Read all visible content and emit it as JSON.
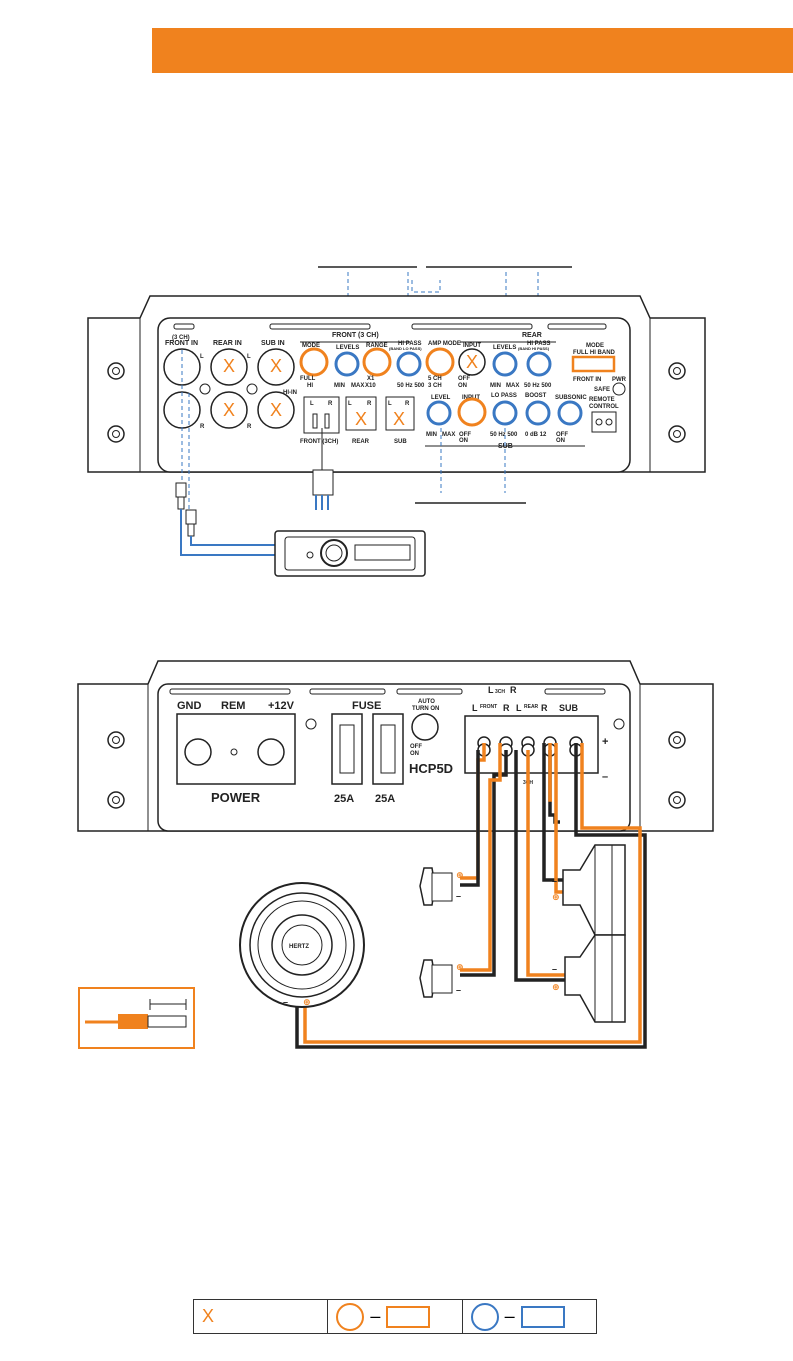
{
  "amp1": {
    "inputs": {
      "ch3": "(3 CH)",
      "front_in": "FRONT IN",
      "rear_in": "REAR IN",
      "sub_in": "SUB IN",
      "l": "L",
      "r": "R",
      "hi_in": "HI-IN",
      "front_3ch": "FRONT (3CH)",
      "rear": "REAR",
      "sub": "SUB"
    },
    "front": {
      "title": "FRONT (3 CH)",
      "mode": "MODE",
      "levels": "LEVELS",
      "range": "RANGE",
      "hi_pass": "HI PASS",
      "band_lo": "(BAND LO PASS)",
      "amp_mode": "AMP MODE",
      "full": "FULL",
      "hi": "HI",
      "min": "MIN",
      "max": "MAX",
      "x1": "X1",
      "x10": "X10",
      "hz": "50  Hz  500",
      "ch5": "5 CH",
      "ch3b": "3 CH"
    },
    "rear": {
      "title": "REAR",
      "input": "INPUT",
      "levels": "LEVELS",
      "hi_pass": "HI PASS",
      "band_hi": "(BAND HI PASS)",
      "off": "OFF",
      "on": "ON",
      "min": "MIN",
      "max": "MAX",
      "hz": "50  Hz  500"
    },
    "mode": {
      "title": "MODE",
      "options": "FULL  HI  BAND",
      "front_in": "FRONT IN",
      "pwr": "PWR",
      "safe": "SAFE",
      "remote": "REMOTE",
      "control": "CONTROL"
    },
    "sub": {
      "title": "SUB",
      "level": "LEVEL",
      "input": "INPUT",
      "lo_pass": "LO PASS",
      "boost": "BOOST",
      "subsonic": "SUBSONIC",
      "min": "MIN",
      "max": "MAX",
      "off": "OFF",
      "on": "ON",
      "hz": "50  Hz  500",
      "db": "0  dB  12"
    },
    "x_mark": "X"
  },
  "amp2": {
    "gnd": "GND",
    "rem": "REM",
    "v12": "+12V",
    "power": "POWER",
    "fuse": "FUSE",
    "fuse_a": "25A",
    "fuse_b": "25A",
    "auto": "AUTO",
    "turn_on": "TURN ON",
    "off": "OFF",
    "on": "ON",
    "model": "HCP5D",
    "l": "L",
    "ch3": "3CH",
    "r": "R",
    "front_l": "L",
    "front": "FRONT",
    "front_r": "R",
    "rear_l": "L",
    "rear": "REAR",
    "rear_r": "R",
    "sub": "SUB",
    "plus": "+",
    "minus": "–",
    "ch3_bottom": "3CH",
    "brand": "HERTZ"
  },
  "legend": {
    "x_mark": "X",
    "dash1": "–",
    "dash2": "–"
  },
  "colors": {
    "orange": "#f0821e",
    "blue": "#3a78c3",
    "dark": "#222222"
  }
}
